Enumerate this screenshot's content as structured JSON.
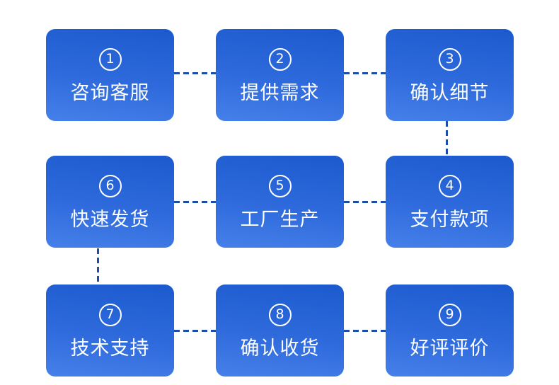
{
  "flow_diagram": {
    "background_color": "#ffffff",
    "box_gradient_top": "#1b5ace",
    "box_gradient_bottom": "#4680e9",
    "connector_color": "#1c4da7",
    "text_color": "#ffffff",
    "steps": [
      {
        "number": "1",
        "label": "咨询客服"
      },
      {
        "number": "2",
        "label": "提供需求"
      },
      {
        "number": "3",
        "label": "确认细节"
      },
      {
        "number": "4",
        "label": "支付款项"
      },
      {
        "number": "5",
        "label": "工厂生产"
      },
      {
        "number": "6",
        "label": "快速发货"
      },
      {
        "number": "7",
        "label": "技术支持"
      },
      {
        "number": "8",
        "label": "确认收货"
      },
      {
        "number": "9",
        "label": "好评评价"
      }
    ]
  }
}
